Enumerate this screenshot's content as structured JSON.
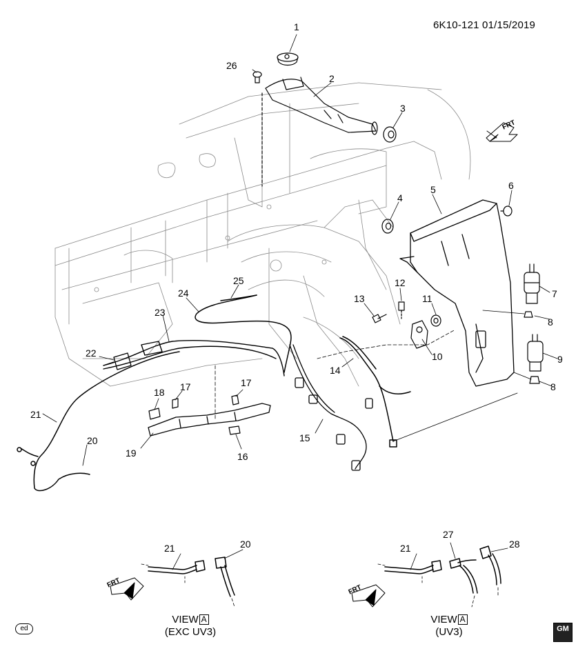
{
  "header": {
    "code": "6K10-121 01/15/2019"
  },
  "callouts": [
    "1",
    "2",
    "3",
    "4",
    "5",
    "6",
    "7",
    "8",
    "9",
    "8",
    "10",
    "11",
    "12",
    "13",
    "14",
    "15",
    "16",
    "17",
    "17",
    "18",
    "19",
    "20",
    "21",
    "22",
    "23",
    "24",
    "25",
    "26"
  ],
  "view_exc": {
    "callouts": [
      "21",
      "20"
    ],
    "label": "VIEW",
    "box": "A",
    "caption": "(EXC UV3)"
  },
  "view_uv3": {
    "callouts": [
      "21",
      "27",
      "28"
    ],
    "label": "VIEW",
    "box": "A",
    "caption": "(UV3)"
  },
  "direction_label": "FRT",
  "footer": {
    "ed_badge": "ed",
    "logo_text": "GM"
  }
}
